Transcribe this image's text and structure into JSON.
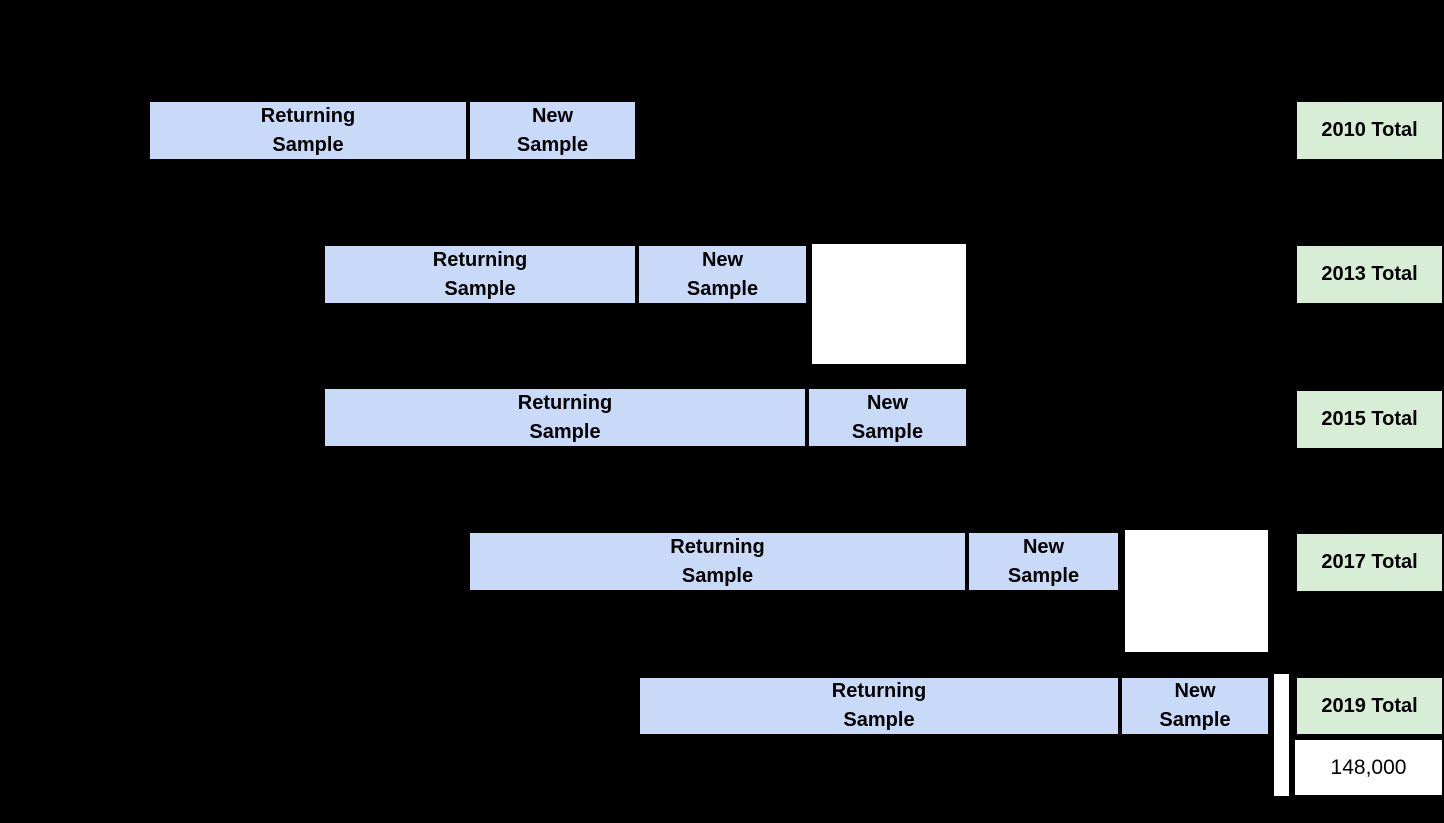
{
  "diagram": {
    "type": "longitudinal-sample-waterfall",
    "description": "Stacked horizontal bars per survey wave showing Returning Sample and New Sample segments, with white connector boxes between waves, year total labels at right, and a final total value.",
    "background_color": "#000000",
    "colors": {
      "bar_fill": "#c9daf8",
      "total_fill": "#d7edd5",
      "connector_fill": "#ffffff",
      "border": "#000000",
      "text": "#000000"
    }
  },
  "rows": [
    {
      "year": "2010",
      "returning_label": "Returning\nSample",
      "new_label": "New\nSample",
      "total_label": "2010 Total"
    },
    {
      "year": "2013",
      "returning_label": "Returning\nSample",
      "new_label": "New\nSample",
      "total_label": "2013 Total",
      "has_connector": true
    },
    {
      "year": "2015",
      "returning_label": "Returning\nSample",
      "new_label": "New\nSample",
      "total_label": "2015 Total"
    },
    {
      "year": "2017",
      "returning_label": "Returning\nSample",
      "new_label": "New\nSample",
      "total_label": "2017 Total",
      "has_connector": true
    },
    {
      "year": "2019",
      "returning_label": "Returning\nSample",
      "new_label": "New\nSample",
      "total_label": "2019 Total",
      "has_connector": true,
      "amount": "148,000"
    }
  ]
}
